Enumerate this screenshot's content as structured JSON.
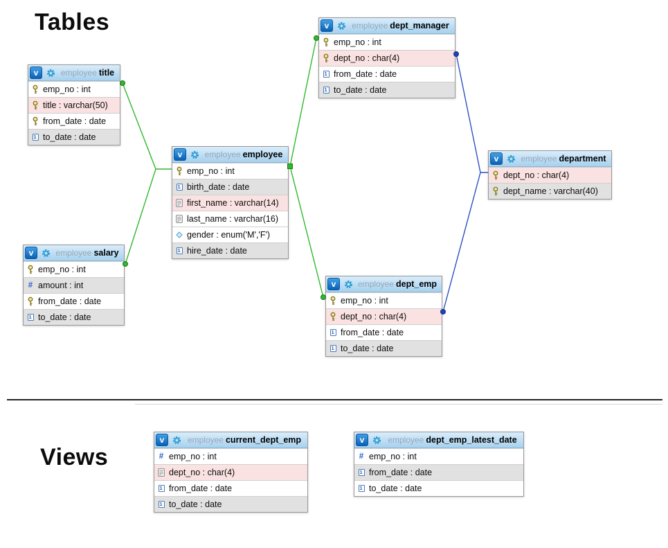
{
  "page": {
    "tables_heading": "Tables",
    "views_heading": "Views",
    "badge_label": "v"
  },
  "icons": {
    "date_glyph": "1",
    "numeric_glyph": "#"
  },
  "colors": {
    "relationship_green": "#2eb82e",
    "relationship_blue": "#2e4fc4",
    "header_top": "#d9edfb",
    "header_bottom": "#a7d1ee",
    "badge_blue": "#0b60b4",
    "row_pink": "#fbe2e2",
    "row_gray": "#e1e1e1"
  },
  "tables": [
    {
      "section": "tables",
      "schema": "employee",
      "name": "title",
      "rows": [
        {
          "label": "emp_no : int",
          "icon": "primary-key",
          "highlight": "white"
        },
        {
          "label": "title : varchar(50)",
          "icon": "primary-key",
          "highlight": "pink"
        },
        {
          "label": "from_date : date",
          "icon": "primary-key",
          "highlight": "white"
        },
        {
          "label": "to_date : date",
          "icon": "date",
          "highlight": "gray"
        }
      ]
    },
    {
      "section": "tables",
      "schema": "employee",
      "name": "employee",
      "rows": [
        {
          "label": "emp_no : int",
          "icon": "primary-key",
          "highlight": "white"
        },
        {
          "label": "birth_date : date",
          "icon": "date",
          "highlight": "gray"
        },
        {
          "label": "first_name : varchar(14)",
          "icon": "text",
          "highlight": "pink"
        },
        {
          "label": "last_name : varchar(16)",
          "icon": "text",
          "highlight": "white"
        },
        {
          "label": "gender : enum('M','F')",
          "icon": "enum",
          "highlight": "white"
        },
        {
          "label": "hire_date : date",
          "icon": "date",
          "highlight": "gray"
        }
      ]
    },
    {
      "section": "tables",
      "schema": "employee",
      "name": "salary",
      "rows": [
        {
          "label": "emp_no : int",
          "icon": "primary-key",
          "highlight": "white"
        },
        {
          "label": "amount : int",
          "icon": "numeric",
          "highlight": "gray"
        },
        {
          "label": "from_date : date",
          "icon": "primary-key",
          "highlight": "white"
        },
        {
          "label": "to_date : date",
          "icon": "date",
          "highlight": "gray"
        }
      ]
    },
    {
      "section": "tables",
      "schema": "employee",
      "name": "dept_manager",
      "rows": [
        {
          "label": "emp_no : int",
          "icon": "primary-key",
          "highlight": "white"
        },
        {
          "label": "dept_no : char(4)",
          "icon": "primary-key",
          "highlight": "pink"
        },
        {
          "label": "from_date : date",
          "icon": "date",
          "highlight": "white"
        },
        {
          "label": "to_date : date",
          "icon": "date",
          "highlight": "gray"
        }
      ]
    },
    {
      "section": "tables",
      "schema": "employee",
      "name": "dept_emp",
      "rows": [
        {
          "label": "emp_no : int",
          "icon": "primary-key",
          "highlight": "white"
        },
        {
          "label": "dept_no : char(4)",
          "icon": "primary-key",
          "highlight": "pink"
        },
        {
          "label": "from_date : date",
          "icon": "date",
          "highlight": "white"
        },
        {
          "label": "to_date : date",
          "icon": "date",
          "highlight": "gray"
        }
      ]
    },
    {
      "section": "tables",
      "schema": "employee",
      "name": "department",
      "rows": [
        {
          "label": "dept_no : char(4)",
          "icon": "primary-key",
          "highlight": "pink"
        },
        {
          "label": "dept_name : varchar(40)",
          "icon": "primary-key",
          "highlight": "gray"
        }
      ]
    },
    {
      "section": "views",
      "schema": "employee",
      "name": "current_dept_emp",
      "rows": [
        {
          "label": "emp_no : int",
          "icon": "numeric",
          "highlight": "white"
        },
        {
          "label": "dept_no : char(4)",
          "icon": "text",
          "highlight": "pink"
        },
        {
          "label": "from_date : date",
          "icon": "date",
          "highlight": "white"
        },
        {
          "label": "to_date : date",
          "icon": "date",
          "highlight": "gray"
        }
      ]
    },
    {
      "section": "views",
      "schema": "employee",
      "name": "dept_emp_latest_date",
      "rows": [
        {
          "label": "emp_no : int",
          "icon": "numeric",
          "highlight": "white"
        },
        {
          "label": "from_date : date",
          "icon": "date",
          "highlight": "gray"
        },
        {
          "label": "to_date : date",
          "icon": "date",
          "highlight": "white"
        }
      ]
    }
  ],
  "connections": [
    {
      "from": "title",
      "to": "employee",
      "color": "green"
    },
    {
      "from": "salary",
      "to": "employee",
      "color": "green"
    },
    {
      "from": "dept_manager",
      "to": "employee",
      "color": "green"
    },
    {
      "from": "dept_emp",
      "to": "employee",
      "color": "green"
    },
    {
      "from": "dept_manager",
      "to": "department",
      "color": "blue"
    },
    {
      "from": "dept_emp",
      "to": "department",
      "color": "blue"
    }
  ]
}
